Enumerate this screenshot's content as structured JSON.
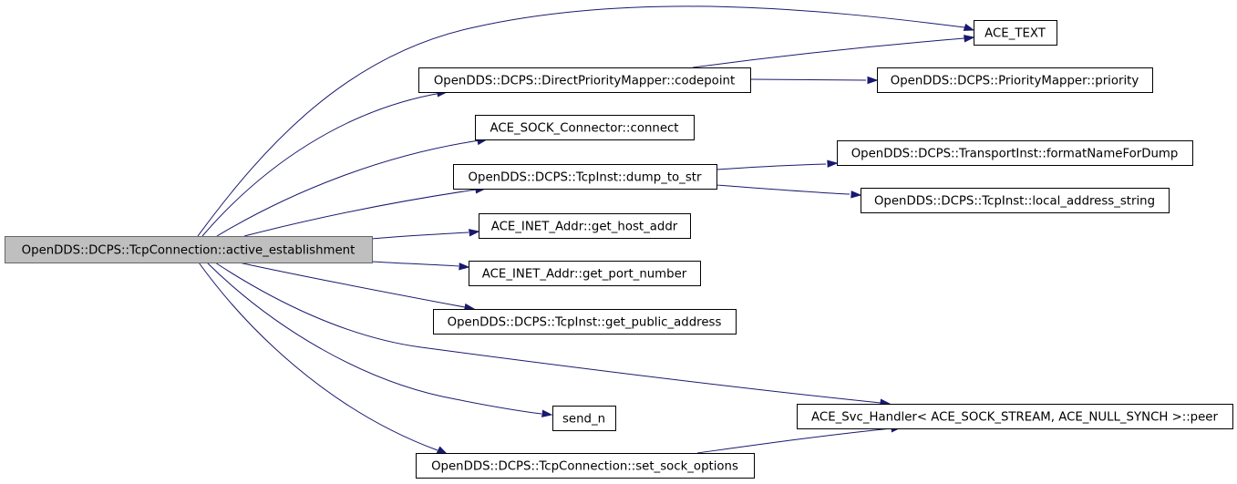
{
  "diagram": {
    "type": "call-graph",
    "nodes": [
      {
        "id": "root",
        "label": "OpenDDS::DCPS::TcpConnection::active_establishment",
        "root": true
      },
      {
        "id": "ace_text",
        "label": "ACE_TEXT"
      },
      {
        "id": "codepoint",
        "label": "OpenDDS::DCPS::DirectPriorityMapper::codepoint"
      },
      {
        "id": "priority",
        "label": "OpenDDS::DCPS::PriorityMapper::priority"
      },
      {
        "id": "connect",
        "label": "ACE_SOCK_Connector::connect"
      },
      {
        "id": "dump_to_str",
        "label": "OpenDDS::DCPS::TcpInst::dump_to_str"
      },
      {
        "id": "formatNameForDump",
        "label": "OpenDDS::DCPS::TransportInst::formatNameForDump"
      },
      {
        "id": "local_address_string",
        "label": "OpenDDS::DCPS::TcpInst::local_address_string"
      },
      {
        "id": "get_host_addr",
        "label": "ACE_INET_Addr::get_host_addr"
      },
      {
        "id": "get_port_number",
        "label": "ACE_INET_Addr::get_port_number"
      },
      {
        "id": "get_public_address",
        "label": "OpenDDS::DCPS::TcpInst::get_public_address"
      },
      {
        "id": "peer",
        "label": "ACE_Svc_Handler< ACE_SOCK_STREAM, ACE_NULL_SYNCH >::peer"
      },
      {
        "id": "send_n",
        "label": "send_n"
      },
      {
        "id": "set_sock_options",
        "label": "OpenDDS::DCPS::TcpConnection::set_sock_options"
      }
    ],
    "edges": [
      {
        "from": "root",
        "to": "ace_text"
      },
      {
        "from": "root",
        "to": "codepoint"
      },
      {
        "from": "root",
        "to": "connect"
      },
      {
        "from": "root",
        "to": "dump_to_str"
      },
      {
        "from": "root",
        "to": "get_host_addr"
      },
      {
        "from": "root",
        "to": "get_port_number"
      },
      {
        "from": "root",
        "to": "get_public_address"
      },
      {
        "from": "root",
        "to": "peer"
      },
      {
        "from": "root",
        "to": "send_n"
      },
      {
        "from": "root",
        "to": "set_sock_options"
      },
      {
        "from": "codepoint",
        "to": "ace_text"
      },
      {
        "from": "codepoint",
        "to": "priority"
      },
      {
        "from": "dump_to_str",
        "to": "formatNameForDump"
      },
      {
        "from": "dump_to_str",
        "to": "local_address_string"
      },
      {
        "from": "set_sock_options",
        "to": "peer"
      }
    ],
    "colors": {
      "edge": "#191970",
      "root_fill": "#bfbfbf",
      "root_border": "#666666",
      "node_border": "#000000"
    }
  }
}
